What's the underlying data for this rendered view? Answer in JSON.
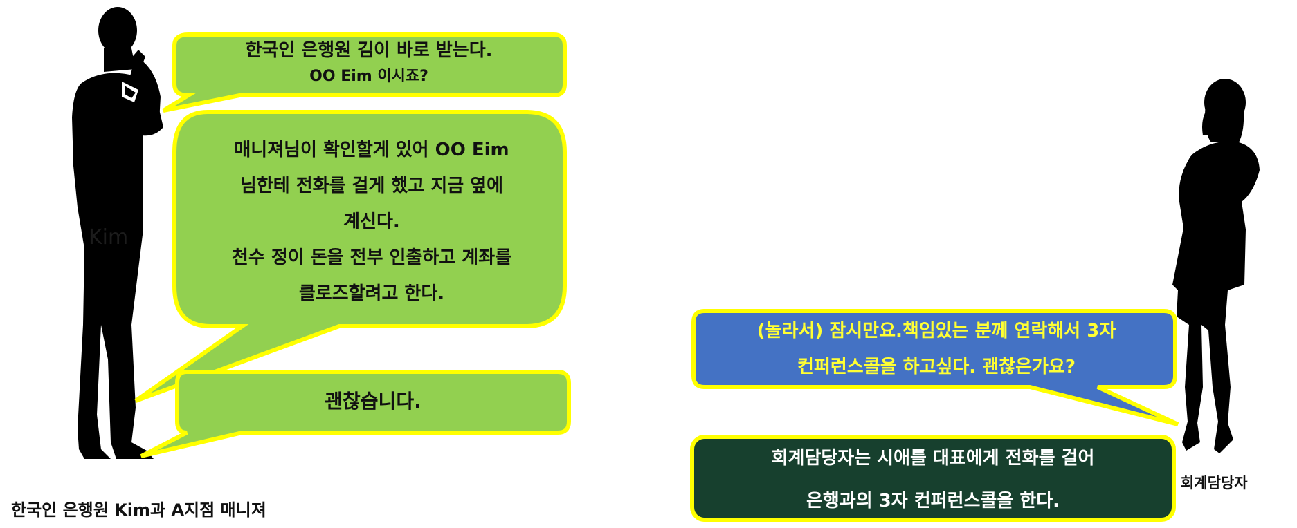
{
  "bubbles": {
    "manager_greeting": {
      "line1": "한국인 은행원 김이 바로 받는다.",
      "line2": "OO Eim 이시죠?",
      "fill": "#92d050",
      "border": "#ffff00"
    },
    "manager_explanation": {
      "lines": [
        "매니져님이 확인할게 있어 OO Eim",
        "님한테 전화를 걸게 했고 지금 옆에",
        "계신다.",
        "천수 정이 돈을 전부 인출하고 계좌를",
        "클로즈할려고 한다."
      ],
      "fill": "#92d050",
      "border": "#ffff00"
    },
    "manager_ok": {
      "text": "괜찮습니다.",
      "fill": "#92d050",
      "border": "#ffff00"
    },
    "accountant_request": {
      "lines": [
        "(놀라서) 잠시만요.책임있는 분께 연락해서 3자",
        "컨퍼런스콜을 하고싶다. 괜찮은가요?"
      ],
      "fill": "#4472c4",
      "border": "#ffff00",
      "text_color": "#ffff33"
    },
    "narration": {
      "lines": [
        "회계담당자는 시애틀 대표에게 전화를 걸어",
        "은행과의 3자 컨퍼런스콜을 한다."
      ],
      "fill": "#17402e",
      "border": "#ffff00",
      "text_color": "#ffffff"
    }
  },
  "figures": {
    "left_name_tag": "Kim",
    "left_caption": "한국인 은행원 Kim과  A지점 매니져",
    "right_caption": "회계담당자"
  }
}
